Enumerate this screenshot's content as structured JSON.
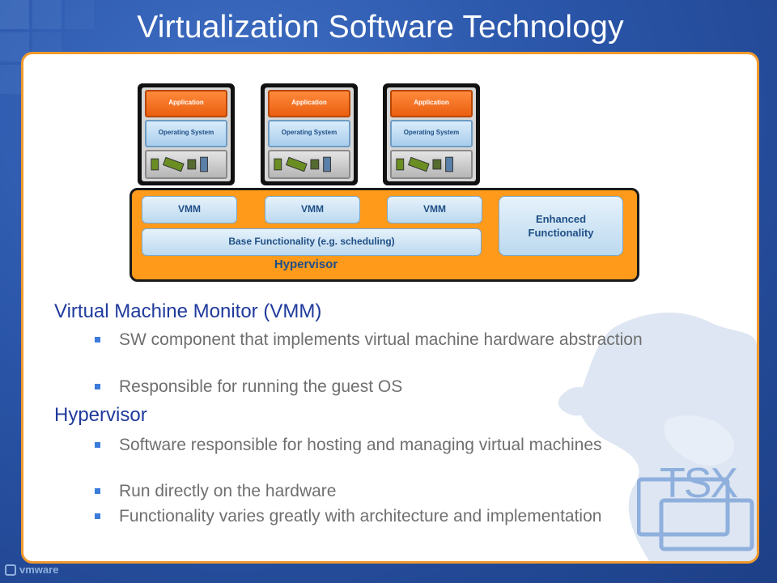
{
  "slide": {
    "title": "Virtualization Software Technology"
  },
  "diagram": {
    "vms": [
      {
        "app": "Application",
        "os": "Operating System"
      },
      {
        "app": "Application",
        "os": "Operating System"
      },
      {
        "app": "Application",
        "os": "Operating System"
      }
    ],
    "vmm_labels": [
      "VMM",
      "VMM",
      "VMM"
    ],
    "base": "Base Functionality (e.g. scheduling)",
    "enhanced": "Enhanced Functionality",
    "hypervisor": "Hypervisor"
  },
  "content": {
    "sections": [
      {
        "heading": "Virtual Machine Monitor (VMM)",
        "bullets": [
          "SW component that implements virtual machine hardware abstraction",
          "Responsible for running the guest OS"
        ]
      },
      {
        "heading": "Hypervisor",
        "bullets": [
          "Software responsible for hosting and managing virtual machines",
          "Run directly on the hardware",
          "Functionality varies greatly with architecture and implementation"
        ]
      }
    ]
  },
  "footer": {
    "logo_text": "vmware",
    "badge": "TSX"
  },
  "colors": {
    "accent_orange": "#ff9a1a",
    "heading_blue": "#1f3a9c",
    "bullet_square": "#3b7bdc",
    "body_gray": "#6f6f6f"
  }
}
